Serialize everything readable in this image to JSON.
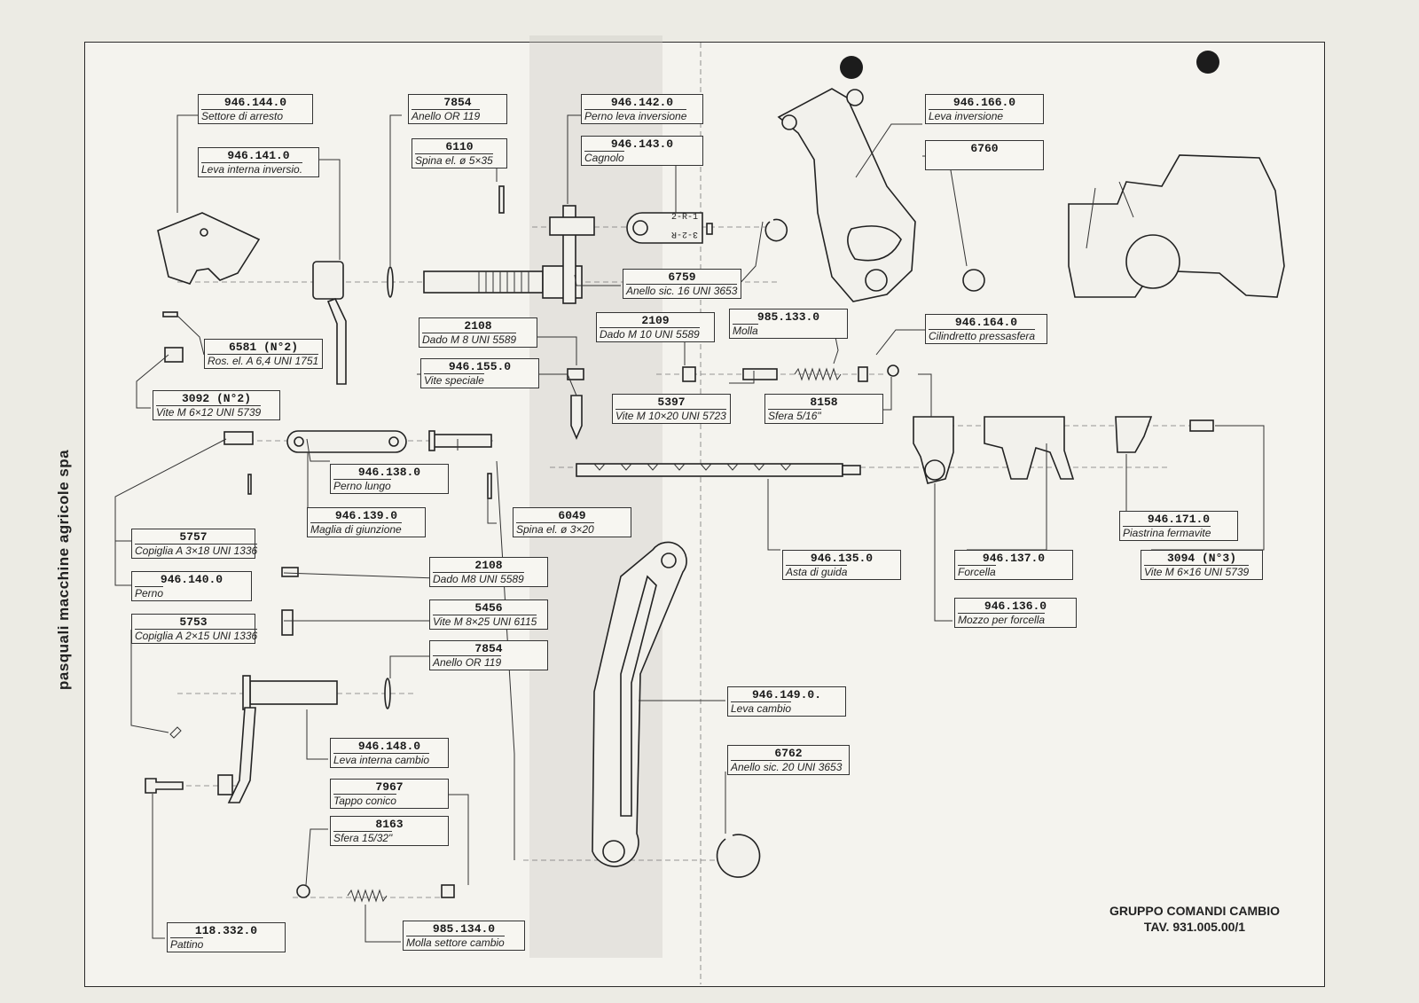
{
  "brand": "pasquali macchine agricole spa",
  "title": {
    "line1": "GRUPPO COMANDI CAMBIO",
    "line2": "TAV. 931.005.00/1"
  },
  "parts": [
    {
      "id": "p1",
      "code": "946.144.0",
      "desc": "Settore di arresto"
    },
    {
      "id": "p2",
      "code": "946.141.0",
      "desc": "Leva interna inversio."
    },
    {
      "id": "p3",
      "code": "7854",
      "desc": "Anello OR 119"
    },
    {
      "id": "p4",
      "code": "6110",
      "desc": "Spina el. ø 5×35"
    },
    {
      "id": "p5",
      "code": "946.142.0",
      "desc": "Perno leva inversione"
    },
    {
      "id": "p6",
      "code": "946.143.0",
      "desc": "Cagnolo"
    },
    {
      "id": "p7",
      "code": "946.166.0",
      "desc": "Leva inversione"
    },
    {
      "id": "p8",
      "code": "6760",
      "desc": ""
    },
    {
      "id": "p9",
      "code": "6759",
      "desc": "Anello sic. 16 UNI 3653"
    },
    {
      "id": "p10",
      "code": "6581 (N°2)",
      "desc": "Ros. el. A 6,4 UNI 1751"
    },
    {
      "id": "p11",
      "code": "2108",
      "desc": "Dado M 8 UNI 5589"
    },
    {
      "id": "p12",
      "code": "2109",
      "desc": "Dado M 10 UNI 5589"
    },
    {
      "id": "p13",
      "code": "985.133.0",
      "desc": "Molla"
    },
    {
      "id": "p14",
      "code": "946.164.0",
      "desc": "Cilindretto pressasfera"
    },
    {
      "id": "p15",
      "code": "3092 (N°2)",
      "desc": "Vite M 6×12 UNI 5739"
    },
    {
      "id": "p16",
      "code": "946.155.0",
      "desc": "Vite speciale"
    },
    {
      "id": "p17",
      "code": "5397",
      "desc": "Vite M 10×20 UNI 5723"
    },
    {
      "id": "p18",
      "code": "8158",
      "desc": "Sfera 5/16\""
    },
    {
      "id": "p19",
      "code": "946.138.0",
      "desc": "Perno lungo"
    },
    {
      "id": "p20",
      "code": "946.139.0",
      "desc": "Maglia di giunzione"
    },
    {
      "id": "p21",
      "code": "6049",
      "desc": "Spina el. ø 3×20"
    },
    {
      "id": "p22",
      "code": "5757",
      "desc": "Copiglia A 3×18 UNI 1336"
    },
    {
      "id": "p23",
      "code": "946.140.0",
      "desc": "Perno"
    },
    {
      "id": "p24",
      "code": "946.135.0",
      "desc": "Asta di guida"
    },
    {
      "id": "p25",
      "code": "946.137.0",
      "desc": "Forcella"
    },
    {
      "id": "p26",
      "code": "946.171.0",
      "desc": "Piastrina fermavite"
    },
    {
      "id": "p27",
      "code": "3094 (N°3)",
      "desc": "Vite M 6×16 UNI 5739"
    },
    {
      "id": "p28",
      "code": "2108",
      "desc": "Dado M8 UNI 5589"
    },
    {
      "id": "p29",
      "code": "5456",
      "desc": "Vite M 8×25 UNI 6115"
    },
    {
      "id": "p30",
      "code": "946.136.0",
      "desc": "Mozzo per forcella"
    },
    {
      "id": "p31",
      "code": "5753",
      "desc": "Copiglia A 2×15 UNI 1336"
    },
    {
      "id": "p32",
      "code": "7854",
      "desc": "Anello OR 119"
    },
    {
      "id": "p33",
      "code": "946.149.0.",
      "desc": "Leva cambio"
    },
    {
      "id": "p34",
      "code": "946.148.0",
      "desc": "Leva interna cambio"
    },
    {
      "id": "p35",
      "code": "6762",
      "desc": "Anello sic. 20 UNI 3653"
    },
    {
      "id": "p36",
      "code": "7967",
      "desc": "Tappo conico"
    },
    {
      "id": "p37",
      "code": "8163",
      "desc": "Sfera 15/32\""
    },
    {
      "id": "p38",
      "code": "118.332.0",
      "desc": "Pattino"
    },
    {
      "id": "p39",
      "code": "985.134.0",
      "desc": "Molla settore cambio"
    }
  ],
  "cam_marks": {
    "top": "2-R-1",
    "bottom": "3-2-R"
  }
}
